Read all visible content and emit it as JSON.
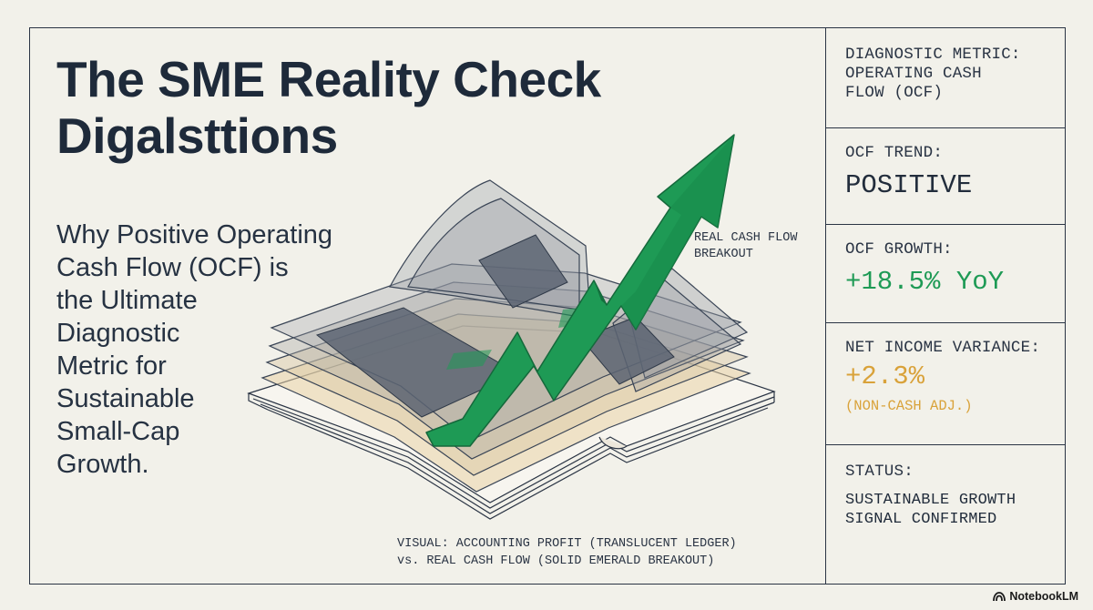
{
  "title": {
    "line1": "The SME Reality Check",
    "line2": "Digalsttions"
  },
  "subtitle": {
    "lines": [
      "Why Positive Operating",
      "Cash Flow (OCF) is",
      "the Ultimate",
      "Diagnostic",
      "Metric for",
      "Sustainable",
      "Small-Cap",
      "Growth."
    ]
  },
  "illustration": {
    "callout_lines": [
      "REAL CASH FLOW",
      "BREAKOUT"
    ],
    "caption_lines": [
      "VISUAL: ACCOUNTING PROFIT (TRANSLUCENT LEDGER)",
      "vs. REAL CASH FLOW (SOLID EMERALD BREAKOUT)"
    ],
    "arrow_color": "#1e9a55",
    "ledger_tint": "#e9d2a6"
  },
  "panels": {
    "metric": {
      "label_lines": [
        "DIAGNOSTIC METRIC:",
        "OPERATING CASH",
        "FLOW (OCF)"
      ]
    },
    "trend": {
      "label": "OCF TREND:",
      "value": "POSITIVE"
    },
    "growth": {
      "label": "OCF GROWTH:",
      "value": "+18.5% YoY",
      "color": "#1e9a55"
    },
    "variance": {
      "label": "NET INCOME VARIANCE:",
      "value": "+2.3%",
      "note": "(NON-CASH ADJ.)",
      "color": "#d9a23a"
    },
    "status": {
      "label": "STATUS:",
      "value_lines": [
        "SUSTAINABLE GROWTH",
        "SIGNAL CONFIRMED"
      ]
    }
  },
  "brand": {
    "name": "NotebookLM",
    "icon": "notebooklm-logo-icon"
  }
}
